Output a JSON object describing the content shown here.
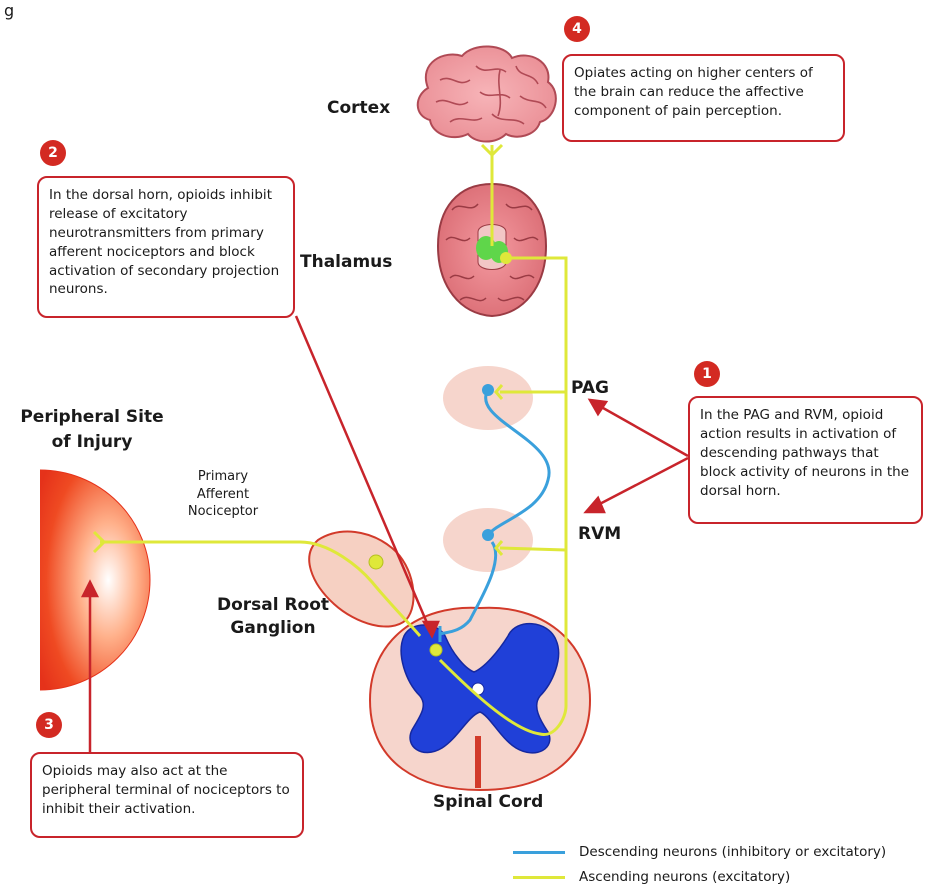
{
  "labels": {
    "top_left_partial": "g",
    "cortex": "Cortex",
    "thalamus": "Thalamus",
    "pag": "PAG",
    "rvm": "RVM",
    "peripheral_site": "Peripheral Site\nof Injury",
    "primary_afferent": "Primary\nAfferent\nNociceptor",
    "dorsal_root_ganglion": "Dorsal Root\nGanglion",
    "spinal_cord": "Spinal Cord"
  },
  "callouts": [
    {
      "number": "1",
      "text": "In the PAG and RVM, opioid action results in activation of descending pathways that block activity of neurons in the dorsal horn."
    },
    {
      "number": "2",
      "text": "In the dorsal horn, opioids inhibit release of excitatory neurotransmitters from primary afferent nociceptors and block activation of secondary projection neurons."
    },
    {
      "number": "3",
      "text": "Opioids may also act at the peripheral terminal of nociceptors to inhibit their activation."
    },
    {
      "number": "4",
      "text": "Opiates acting on higher centers of the brain can reduce the affective component of pain perception."
    }
  ],
  "legend": [
    {
      "label": "Descending neurons (inhibitory or excitatory)",
      "color": "#3aa0dc"
    },
    {
      "label": "Ascending neurons (excitatory)",
      "color": "#dfe83a"
    }
  ],
  "colors": {
    "accent_red": "#c8242b",
    "descending_blue": "#3aa0dc",
    "ascending_yellow": "#dfe83a",
    "gray_matter": "#2040d8",
    "nucleus_pink": "#f6d5cc"
  }
}
